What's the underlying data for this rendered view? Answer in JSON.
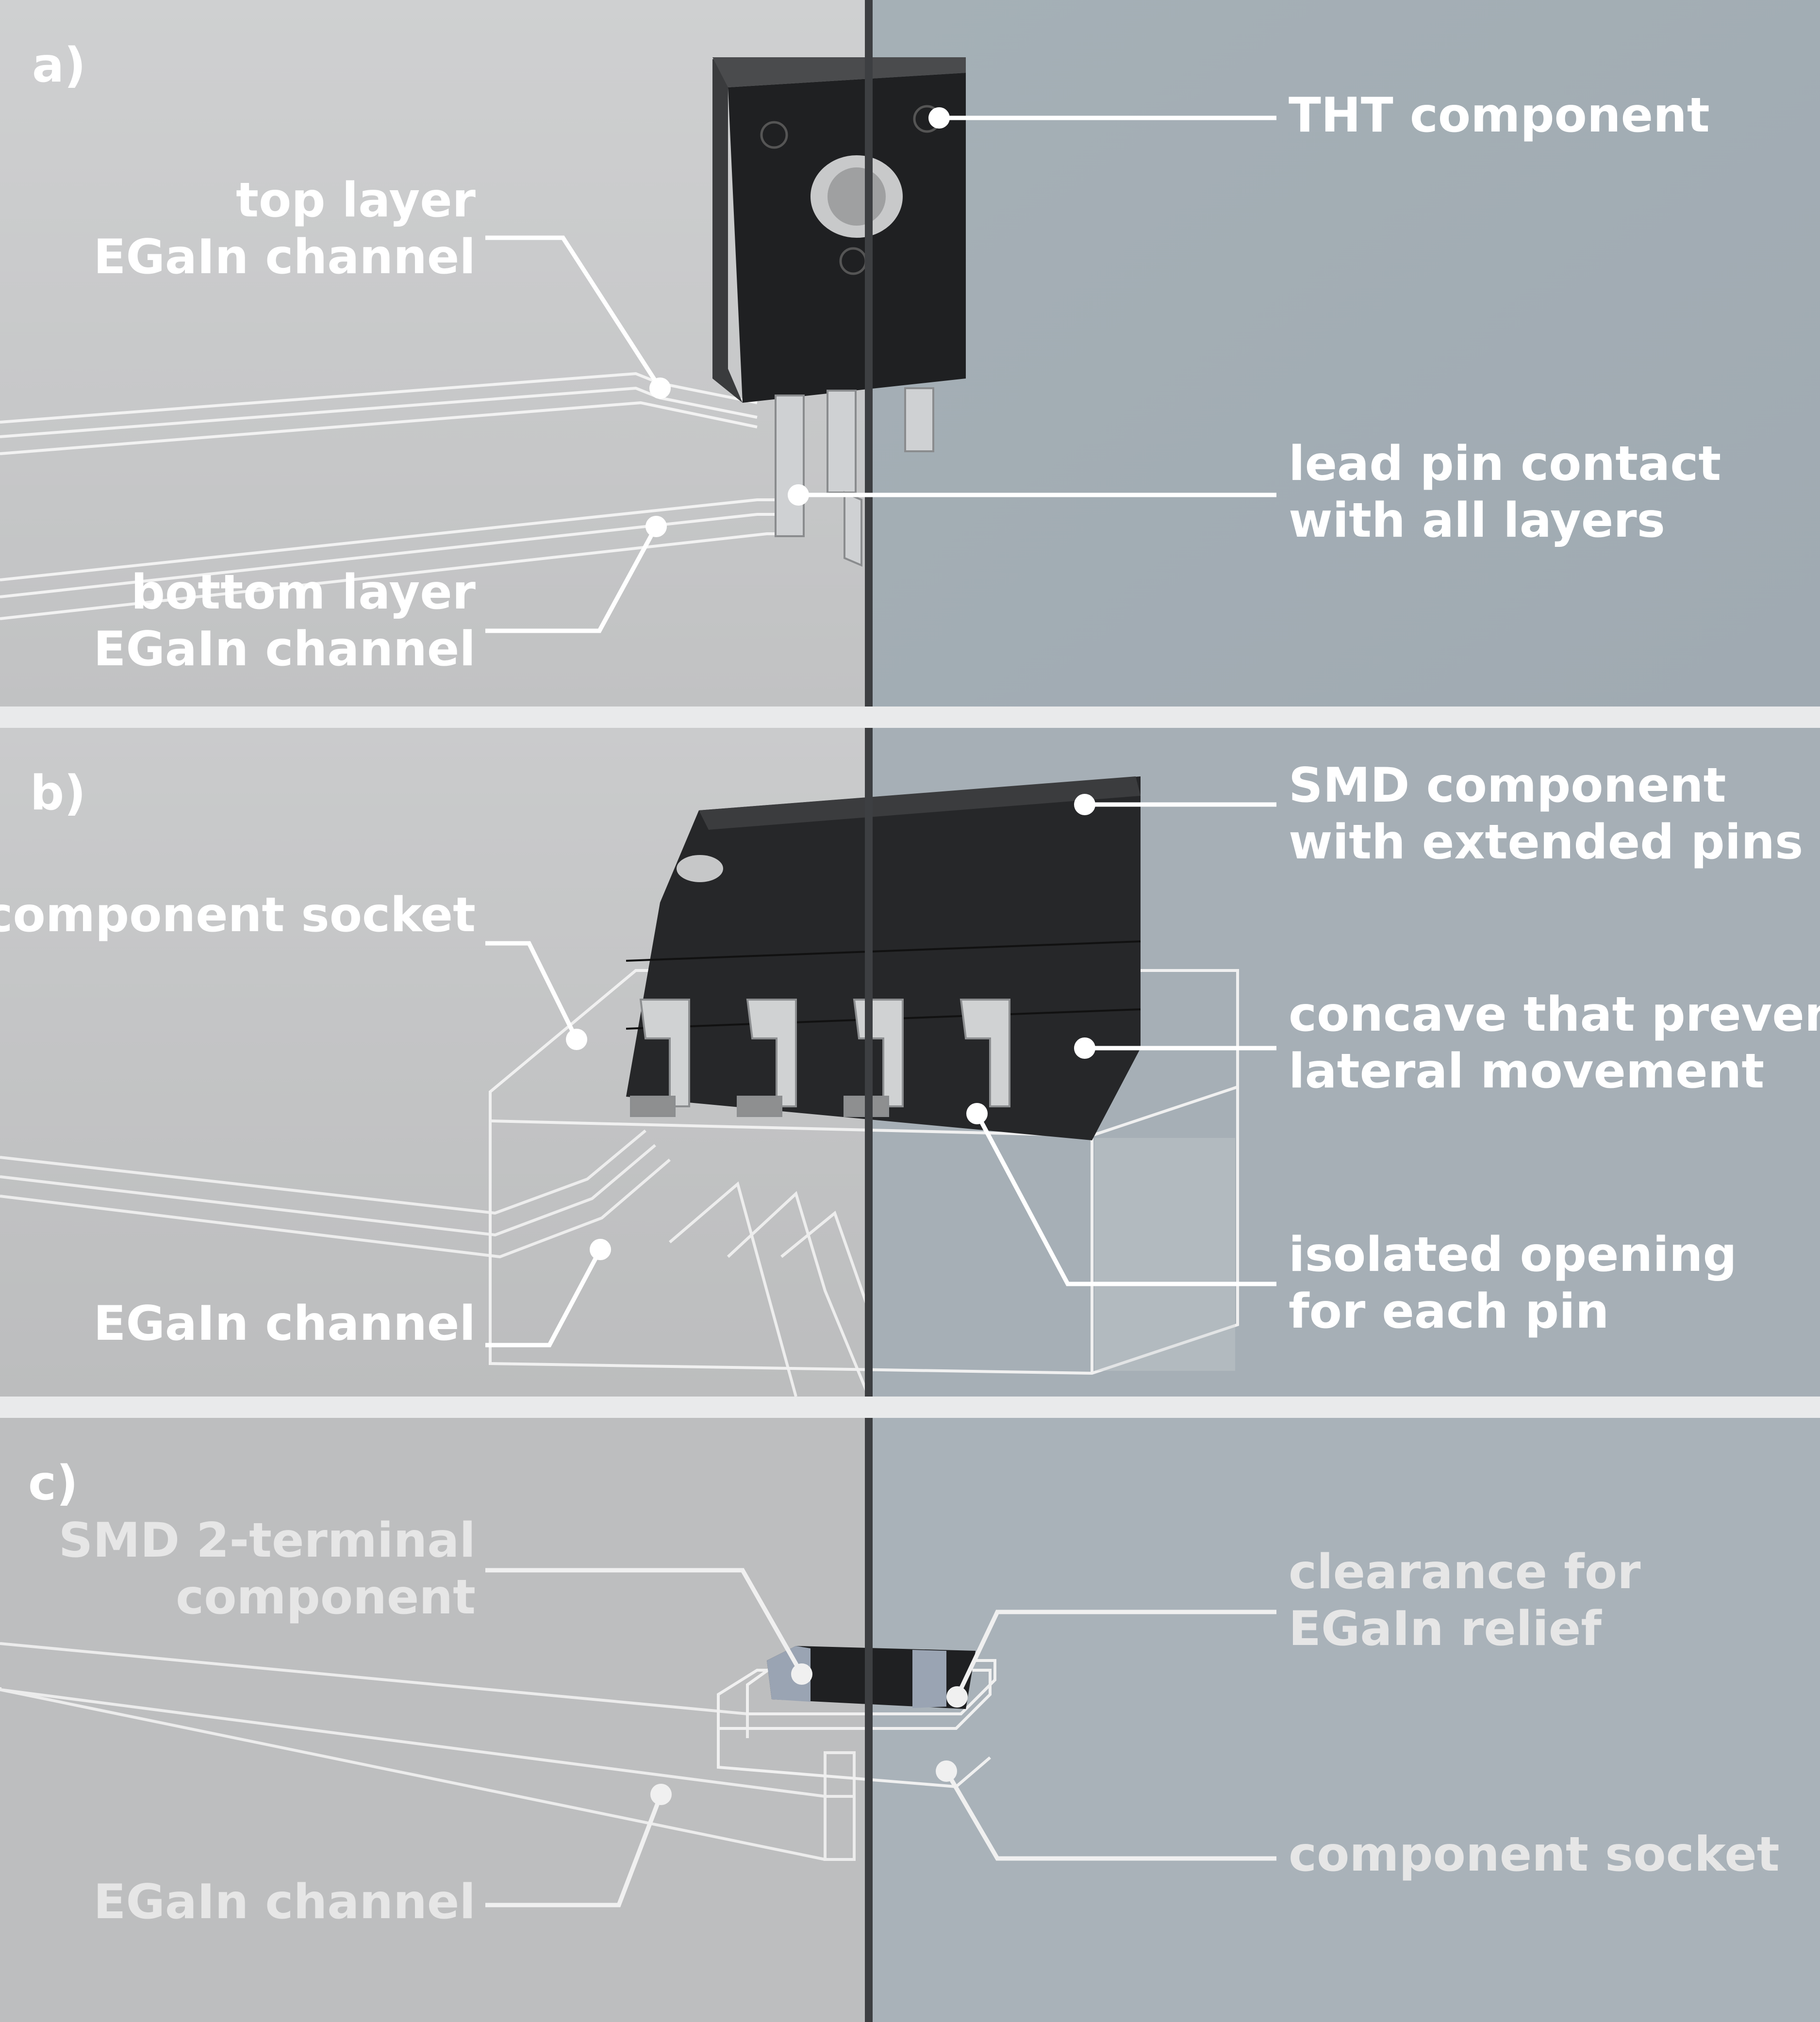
{
  "panels": [
    {
      "letter": "a)",
      "labels": {
        "tht_component": "THT component",
        "top_layer_l1": "top layer",
        "top_layer_l2": "EGaIn channel",
        "lead_pin_l1": "lead pin contact",
        "lead_pin_l2": "with all layers",
        "bottom_layer_l1": "bottom layer",
        "bottom_layer_l2": "EGaIn channel"
      }
    },
    {
      "letter": "b)",
      "labels": {
        "smd_l1": "SMD component",
        "smd_l2": "with extended pins",
        "socket": "component socket",
        "concave_l1": "concave that prevents",
        "concave_l2": "lateral movement",
        "isolated_l1": "isolated opening",
        "isolated_l2": "for each pin",
        "channel": "EGaIn channel"
      }
    },
    {
      "letter": "c)",
      "labels": {
        "smd2_l1": "SMD 2-terminal",
        "smd2_l2": "component",
        "clearance_l1": "clearance for",
        "clearance_l2": "EGaIn relief",
        "socket": "component socket",
        "channel": "EGaIn channel"
      }
    }
  ],
  "colors": {
    "left_bg": "#c4c5c6",
    "right_bg": "#a4aeb5",
    "divider": "#3d3f42",
    "separator": "#e9eaeb",
    "component": "#222325",
    "label": "#ffffff"
  }
}
